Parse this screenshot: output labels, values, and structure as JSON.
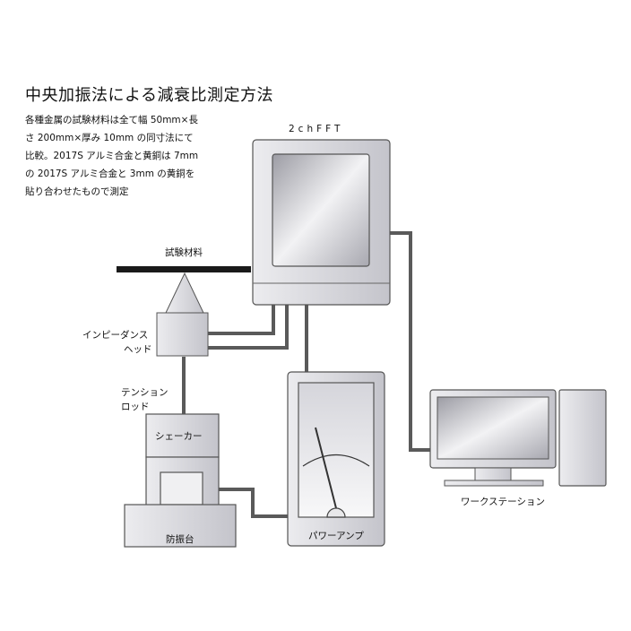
{
  "title": "中央加振法による減衰比測定方法",
  "description": [
    "各種金属の試験材料は全て幅 50mm×長",
    "さ 200mm×厚み 10mm の同寸法にて",
    "比較。2017S アルミ合金と黄銅は 7mm",
    "の 2017S アルミ合金と 3mm の黄銅を",
    "貼り合わせたもので測定"
  ],
  "labels": {
    "fft": "2chFFT",
    "specimen": "試験材料",
    "impedance_head": [
      "インピーダンス",
      "ヘッド"
    ],
    "tension_rod": [
      "テンション",
      "ロッド"
    ],
    "shaker": "シェーカー",
    "base": "防振台",
    "power_amp": "パワーアンプ",
    "workstation": "ワークステーション"
  }
}
